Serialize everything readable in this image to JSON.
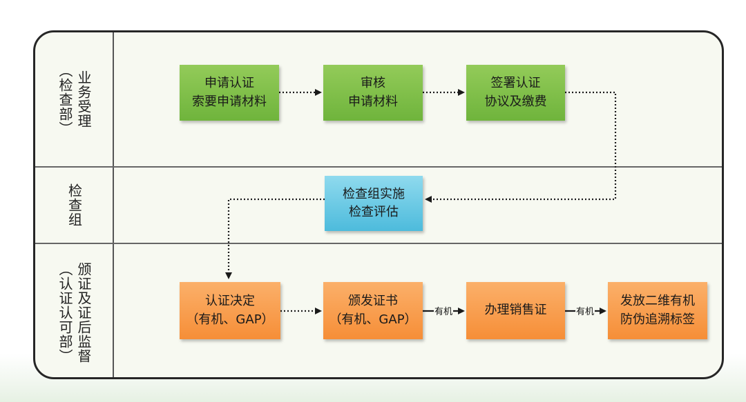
{
  "lanes": [
    {
      "main": "业务受理",
      "paren": "（检查部）"
    },
    {
      "main": "检查组",
      "paren": ""
    },
    {
      "main": "颁证及证后监督",
      "paren": "（认证认可部）"
    }
  ],
  "nodes": {
    "apply": [
      "申请认证",
      "索要申请材料"
    ],
    "review": [
      "审核",
      "申请材料"
    ],
    "sign": [
      "签署认证",
      "协议及缴费"
    ],
    "inspect": [
      "检查组实施",
      "检查评估"
    ],
    "decision": [
      "认证决定",
      "（有机、GAP）"
    ],
    "issue": [
      "颁发证书",
      "（有机、GAP）"
    ],
    "sales_cert": [
      "办理销售证",
      ""
    ],
    "label": [
      "发放二维有机",
      "防伪追溯标签"
    ]
  },
  "edge_labels": {
    "issue_to_sales": "有机",
    "sales_to_label": "有机"
  },
  "colors": {
    "green": "#7dbd45",
    "blue": "#5ec3e2",
    "orange": "#f79a46",
    "frame": "#262626"
  }
}
